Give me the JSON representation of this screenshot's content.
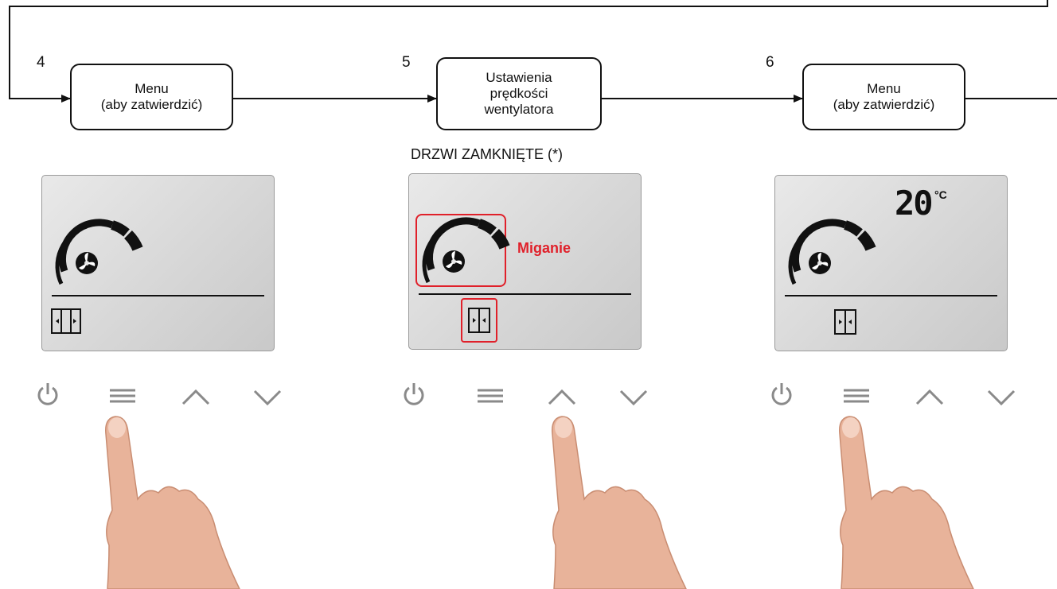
{
  "steps": [
    {
      "number": "4",
      "label": "Menu\n(aby zatwierdzić)"
    },
    {
      "number": "5",
      "label": "Ustawienia\nprędkości\nwentylatora",
      "subtitle": "DRZWI ZAMKNIĘTE (*)",
      "blink_label": "Miganie"
    },
    {
      "number": "6",
      "label": "Menu\n(aby zatwierdzić)",
      "temperature": "20",
      "temperature_unit": "°C"
    }
  ],
  "icons": {
    "power": "power-icon",
    "menu": "menu-icon",
    "up": "chevron-up-icon",
    "down": "chevron-down-icon",
    "fan": "fan-icon",
    "door": "door-icon",
    "finger": "finger-icon"
  },
  "colors": {
    "highlight": "#e0202a",
    "line": "#111111",
    "button": "#8a8a8a",
    "skin": "#e8b39a"
  }
}
